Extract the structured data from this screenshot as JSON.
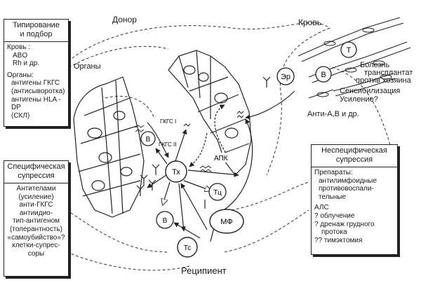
{
  "top_label_donor": "Донор",
  "top_label_blood": "Кровь",
  "bottom_label_recipient": "Реципиент",
  "organs_label": "Органы",
  "typing_box": {
    "title_line1": "Типирование",
    "title_line2": "и подбор",
    "lines": [
      "Кровь :",
      "ABO",
      "Rh и др.",
      "",
      "Органы:",
      "антигены ГКГС",
      "(антисыворотка)",
      "антигены HLA -DP",
      "(СКЛ)"
    ]
  },
  "specific_box": {
    "title_line1": "Специфическая",
    "title_line2": "супрессия",
    "lines": [
      "Антителами",
      "(усиление)",
      "анти-ГКГС",
      "антиидио-",
      "тип-антигеном",
      "(толерантность)",
      "«самоубийство»?",
      "клетки-супрес-",
      "соры"
    ]
  },
  "nonspecific_box": {
    "title_line1": "Неспецифическая",
    "title_line2": "супрессия",
    "lines": [
      "Препараты:",
      "антилимфоидные",
      "противовоспали-",
      "тельные",
      "",
      "АЛС",
      "? облучение",
      "? дренаж грудного",
      "протока",
      "?? тимэктомия"
    ]
  },
  "blood_text": {
    "gvh_line1": "Болезнь",
    "gvh_line2": "трансплантат",
    "gvh_line3": "против хозяина",
    "sens": "Сенсибилизация",
    "enh": "Усиление?",
    "anti": "Анти-А,В и др."
  },
  "cells": {
    "er": "Эр",
    "b_blood": "В",
    "t_blood": "Т",
    "b_donor": "В",
    "th": "Тх",
    "tc": "Тц",
    "mf": "МФ",
    "ts": "Тс",
    "b_low": "В"
  },
  "small_labels": {
    "mhc1": "ГКГС I",
    "mhc2": "ГКГС II",
    "apc": "АПК"
  }
}
